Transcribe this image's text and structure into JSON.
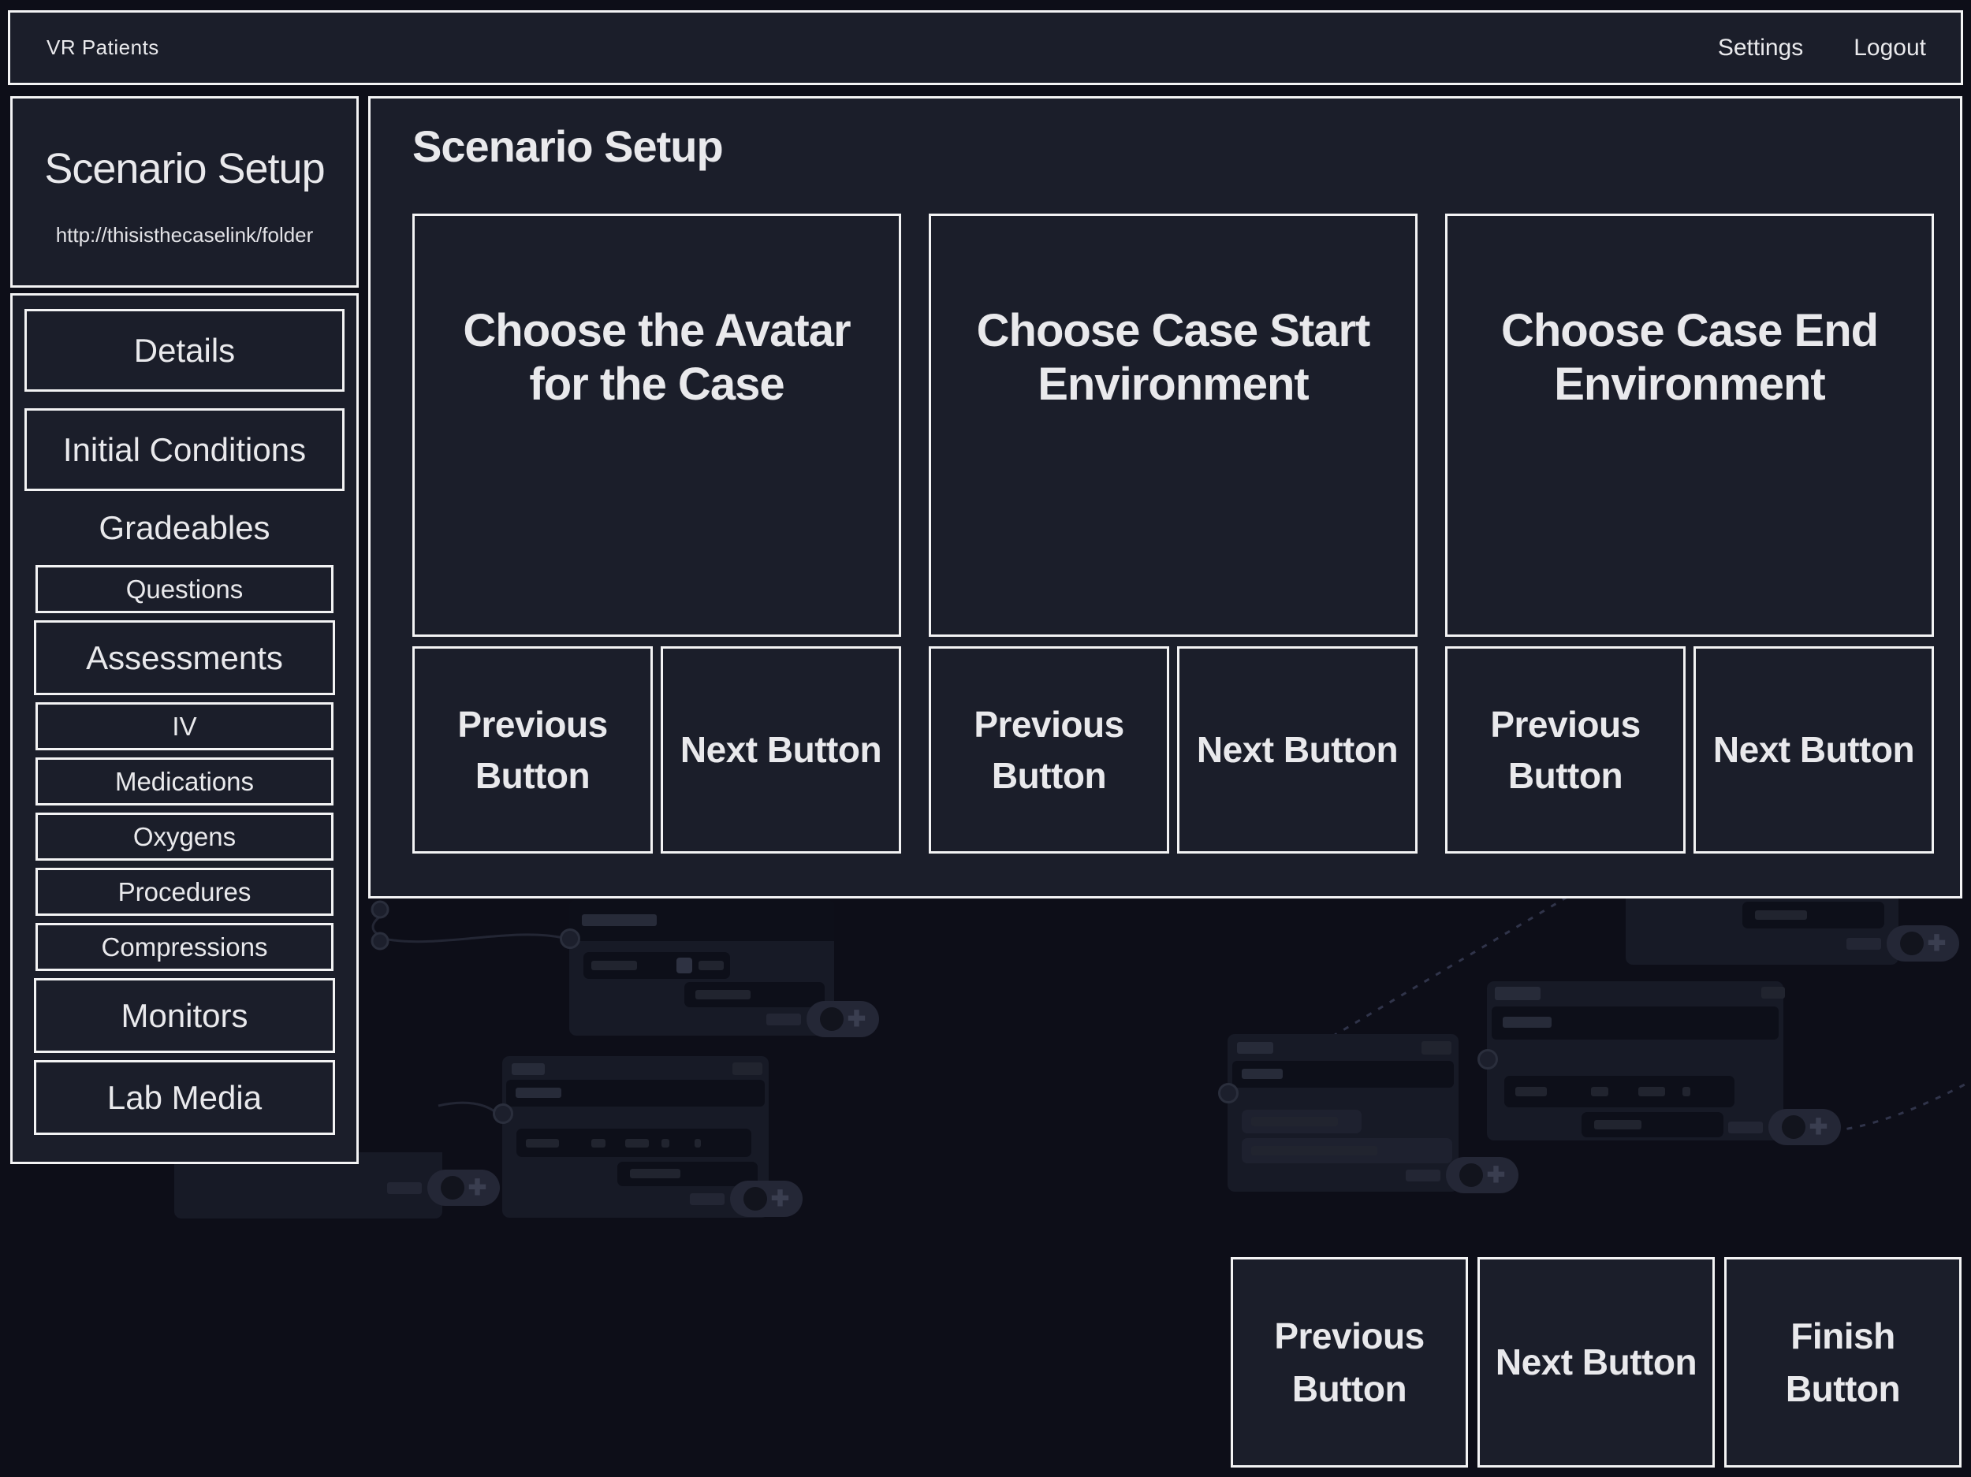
{
  "topbar": {
    "brand": "VR Patients",
    "settings": "Settings",
    "logout": "Logout"
  },
  "sidebar": {
    "title": "Scenario Setup",
    "case_link": "http://thisisthecaselink/folder",
    "details": "Details",
    "initial_conditions": "Initial Conditions",
    "gradeables_heading": "Gradeables",
    "questions": "Questions",
    "assessments": "Assessments",
    "iv": "IV",
    "medications": "Medications",
    "oxygens": "Oxygens",
    "procedures": "Procedures",
    "compressions": "Compressions",
    "monitors": "Monitors",
    "lab_media": "Lab Media"
  },
  "main": {
    "heading": "Scenario Setup",
    "panels": [
      {
        "title": "Choose the Avatar for the Case",
        "previous": "Previous Button",
        "next": "Next Button"
      },
      {
        "title": "Choose Case Start Environment",
        "previous": "Previous Button",
        "next": "Next Button"
      },
      {
        "title": "Choose Case End Environment",
        "previous": "Previous Button",
        "next": "Next Button"
      }
    ]
  },
  "footer": {
    "previous": "Previous Button",
    "next": "Next Button",
    "finish": "Finish Button"
  },
  "colors": {
    "background": "#0d0e18",
    "surface": "#1b1e2a",
    "border": "#f3f3f4",
    "text": "#e9e9ec"
  }
}
